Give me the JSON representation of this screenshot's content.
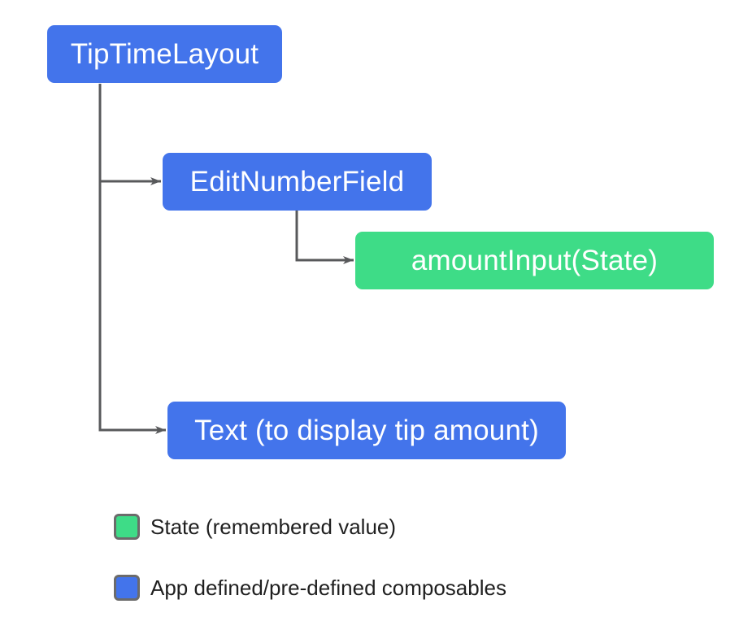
{
  "colors": {
    "composable": "#4374eb",
    "state": "#3edc87",
    "connector": "#58595b",
    "node_text": "#ffffff",
    "legend_text": "#1f1f1f",
    "swatch_border": "#6b6b6b"
  },
  "diagram": {
    "nodes": [
      {
        "id": "tiptimelayout",
        "label": "TipTimeLayout",
        "type": "composable"
      },
      {
        "id": "editnumberfield",
        "label": "EditNumberField",
        "type": "composable"
      },
      {
        "id": "amountinput",
        "label": "amountInput(State)",
        "type": "state"
      },
      {
        "id": "text-tip-amount",
        "label": "Text (to display tip amount)",
        "type": "composable"
      }
    ],
    "edges": [
      {
        "from": "tiptimelayout",
        "to": "editnumberfield"
      },
      {
        "from": "tiptimelayout",
        "to": "text-tip-amount"
      },
      {
        "from": "editnumberfield",
        "to": "amountinput"
      }
    ]
  },
  "legend": {
    "items": [
      {
        "label": "State (remembered value)",
        "type": "state"
      },
      {
        "label": "App defined/pre-defined composables",
        "type": "composable"
      }
    ]
  }
}
